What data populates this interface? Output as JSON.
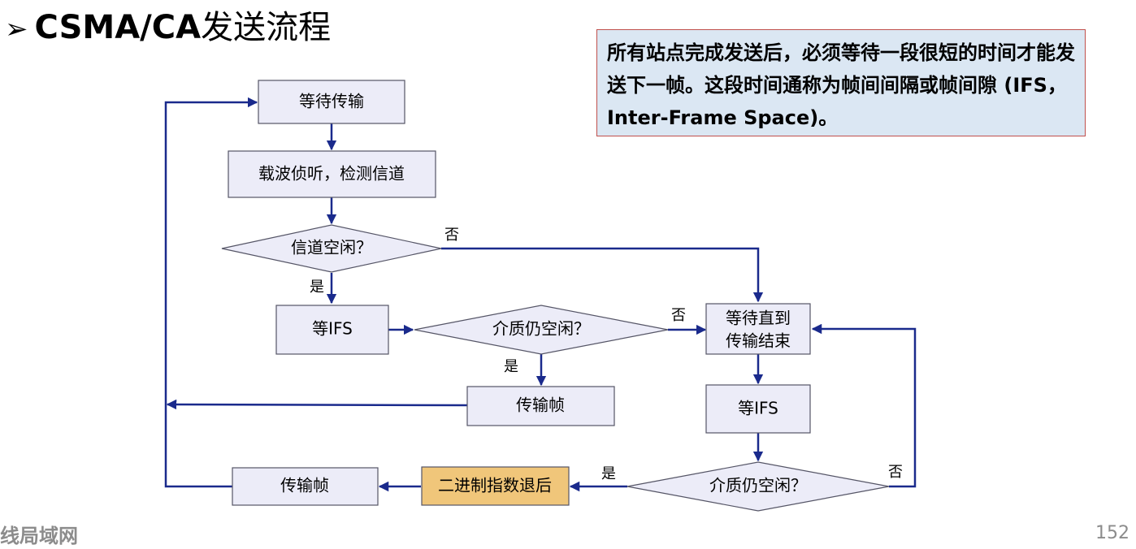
{
  "slide": {
    "bullet": "➢",
    "title_latin": "CSMA/CA",
    "title_cjk": "发送流程",
    "note": "所有站点完成发送后，必须等待一段很短的时间才能发送下一帧。这段时间通称为帧间间隔或帧间隙 (IFS，Inter-Frame Space)。",
    "footer_left": "线局域网",
    "page_number": "152"
  },
  "flow": {
    "wait_tx": "等待传输",
    "sense": "载波侦听，检测信道",
    "channel_idle": "信道空闲？",
    "wait_ifs_1": "等IFS",
    "medium_idle_1": "介质仍空闲？",
    "tx_frame_1": "传输帧",
    "wait_end_line1": "等待直到",
    "wait_end_line2": "传输结束",
    "wait_ifs_2": "等IFS",
    "medium_idle_2": "介质仍空闲？",
    "backoff": "二进制指数退后",
    "tx_frame_2": "传输帧",
    "yes": "是",
    "no": "否"
  }
}
